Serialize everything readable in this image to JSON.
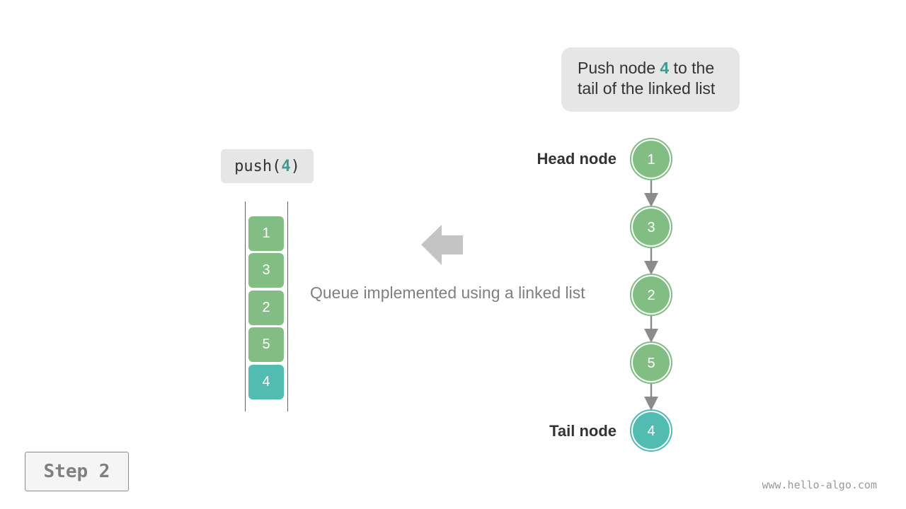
{
  "push_label": {
    "prefix": "push(",
    "value": "4",
    "suffix": ")"
  },
  "queue": {
    "cells": [
      {
        "label": "1",
        "state": "existing"
      },
      {
        "label": "3",
        "state": "existing"
      },
      {
        "label": "2",
        "state": "existing"
      },
      {
        "label": "5",
        "state": "existing"
      },
      {
        "label": "4",
        "state": "new"
      }
    ]
  },
  "caption": "Queue implemented using a linked list",
  "callout": {
    "before": "Push node ",
    "value": "4",
    "after_line1": " to the",
    "line2": "tail of the linked list"
  },
  "linked_list": {
    "head_label": "Head node",
    "tail_label": "Tail node",
    "nodes": [
      {
        "label": "1",
        "state": "existing"
      },
      {
        "label": "3",
        "state": "existing"
      },
      {
        "label": "2",
        "state": "existing"
      },
      {
        "label": "5",
        "state": "existing"
      },
      {
        "label": "4",
        "state": "new"
      }
    ]
  },
  "step": "Step 2",
  "watermark": "www.hello-algo.com",
  "colors": {
    "existing": "#82bd84",
    "new": "#52bbb2",
    "accent": "#3f9a94",
    "arrow": "#c4c4c4",
    "edge": "#8c8c8c"
  }
}
